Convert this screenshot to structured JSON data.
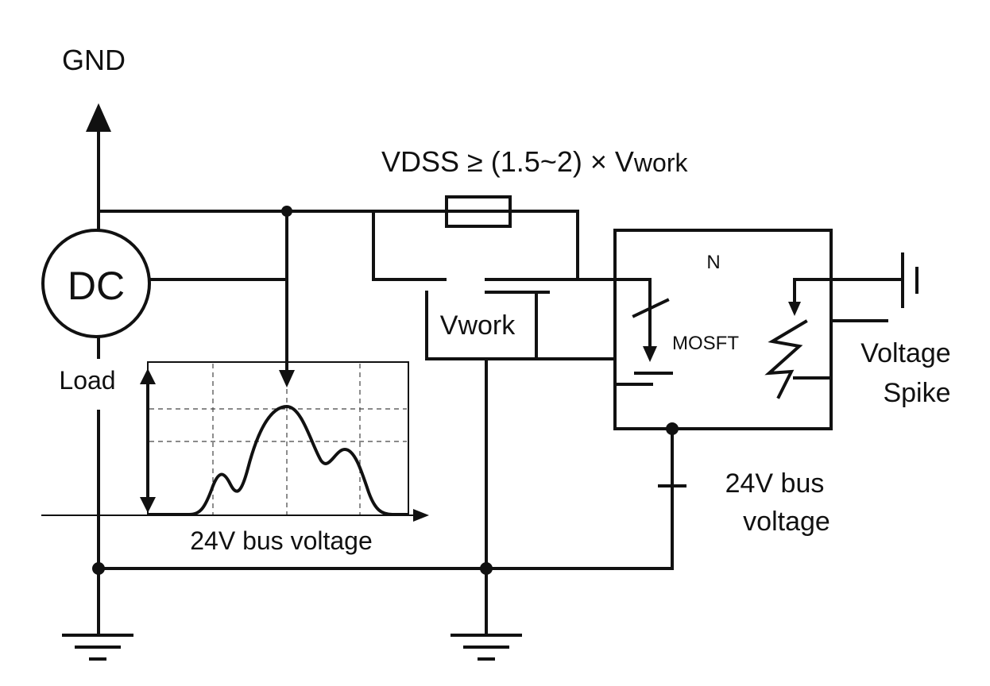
{
  "labels": {
    "gnd": "GND",
    "source": "DC",
    "load": "Load",
    "vdss_prefix": "VDSS ≥ (1.5~2) × V",
    "vdss_suffix": "work",
    "vwork": "Vwork",
    "n": "N",
    "mosfet": "MOSFT",
    "voltage_spike_line1": "Voltage",
    "voltage_spike_line2": "Spike",
    "bus_right_line1": "24V bus",
    "bus_right_line2": "voltage",
    "bus_waveform": "24V bus voltage"
  },
  "colors": {
    "line": "#111111",
    "background": "#ffffff"
  }
}
